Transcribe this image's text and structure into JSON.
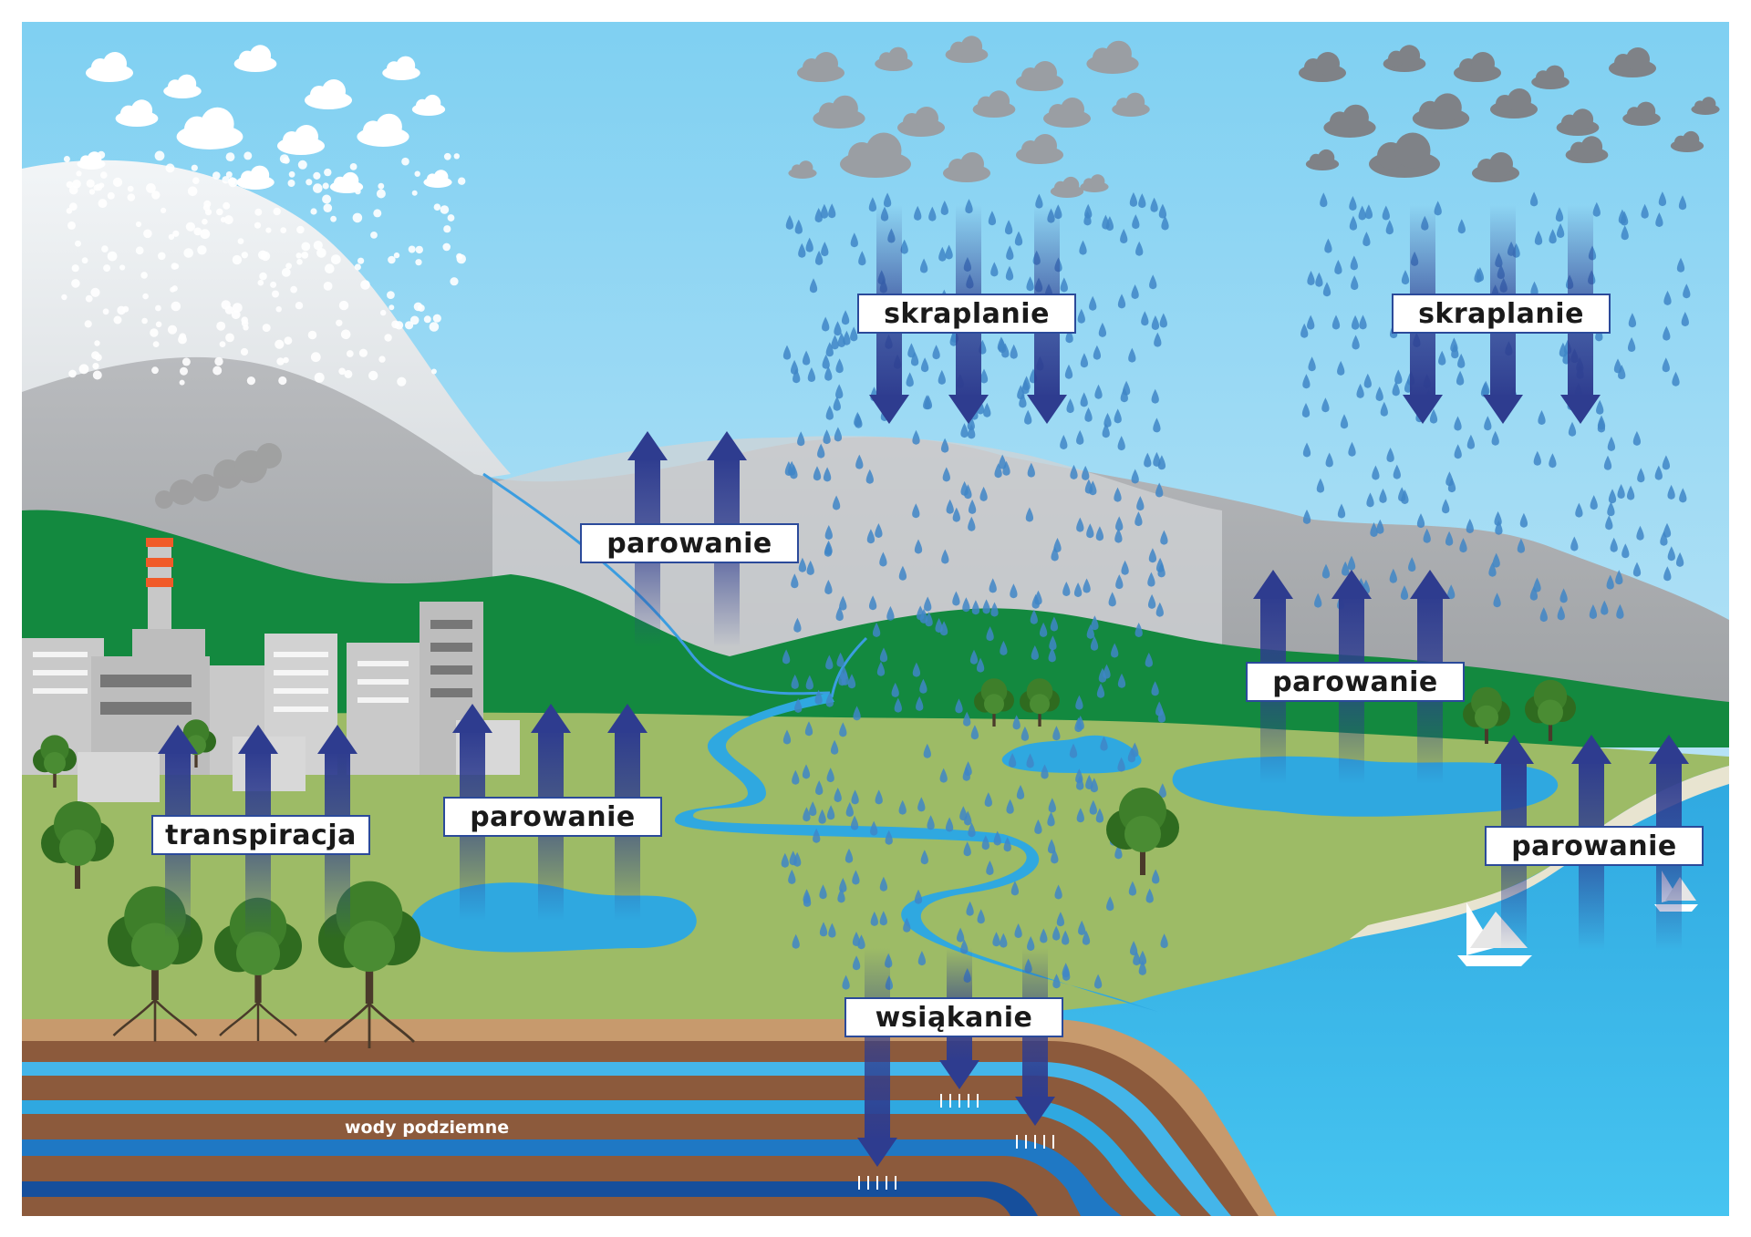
{
  "labels": {
    "condensation_left": "skraplanie",
    "condensation_right": "skraplanie",
    "evaporation_mountain": "parowanie",
    "evaporation_lake_left": "parowanie",
    "evaporation_lake_right": "parowanie",
    "evaporation_sea": "parowanie",
    "transpiration": "transpiracja",
    "infiltration": "wsiąkanie",
    "groundwater": "wody podziemne"
  },
  "colors": {
    "sky_top": "#7fd0f2",
    "sky_bottom": "#d8eef8",
    "arrow": "#2e3c8f",
    "water": "#2fa8e0",
    "grass": "#9dbb66",
    "hill": "#13893f",
    "mountain_gray": "#a9abae",
    "soil": "#8c5a3c",
    "label_border": "#2b4a9a"
  },
  "icons": [
    "cloud-icon",
    "raindrop-icon",
    "snowflake-icon",
    "tree-icon",
    "factory-icon",
    "sailboat-icon",
    "arrow-up-icon",
    "arrow-down-icon"
  ]
}
